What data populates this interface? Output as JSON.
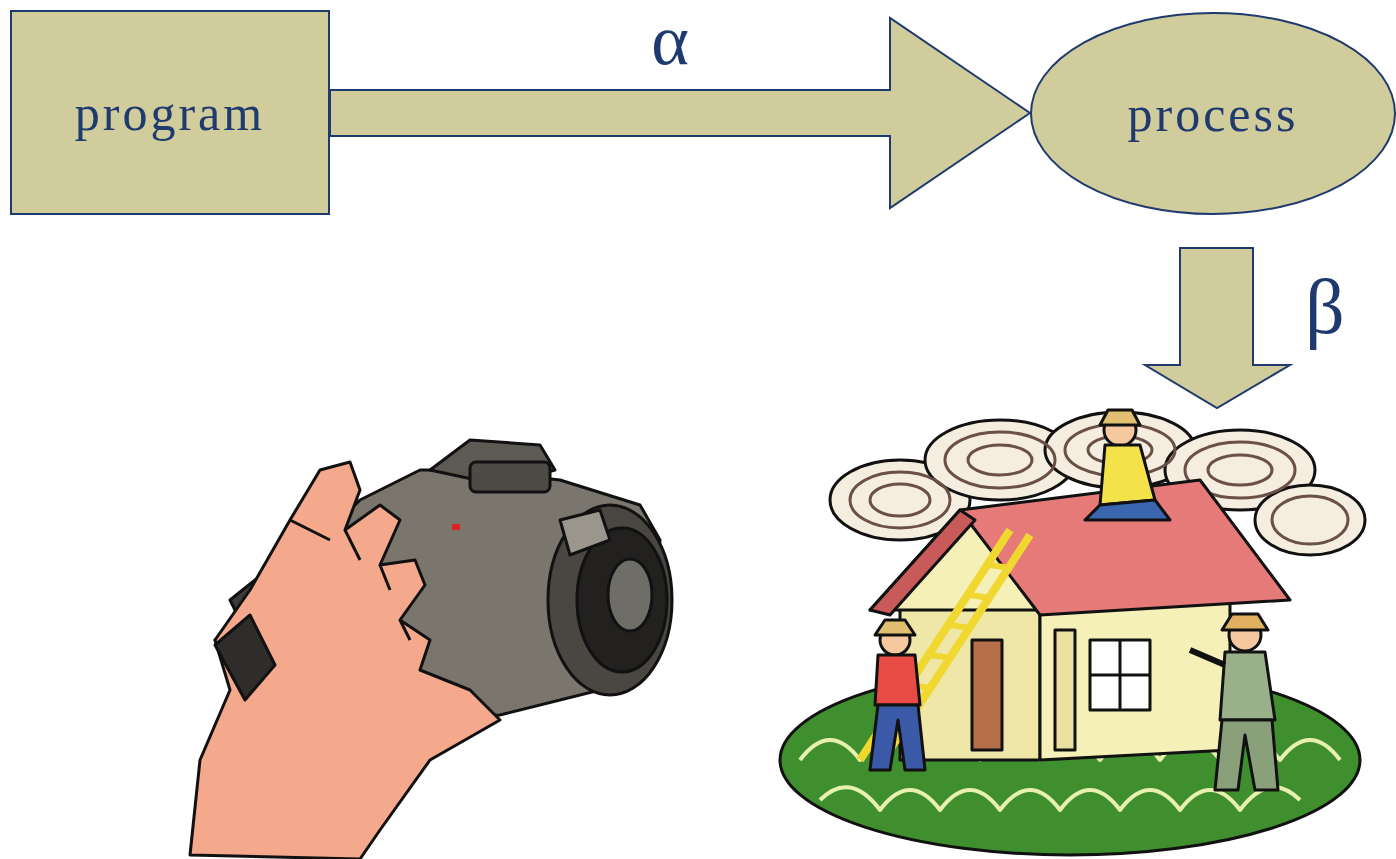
{
  "diagram": {
    "nodes": [
      {
        "text": [
          "program"
        ]
      },
      {
        "text": [
          "process"
        ]
      }
    ],
    "edges": [
      {
        "from": 0,
        "to": 1,
        "arrow": "to",
        "label": "α"
      }
    ],
    "labels": [
      "β"
    ]
  }
}
